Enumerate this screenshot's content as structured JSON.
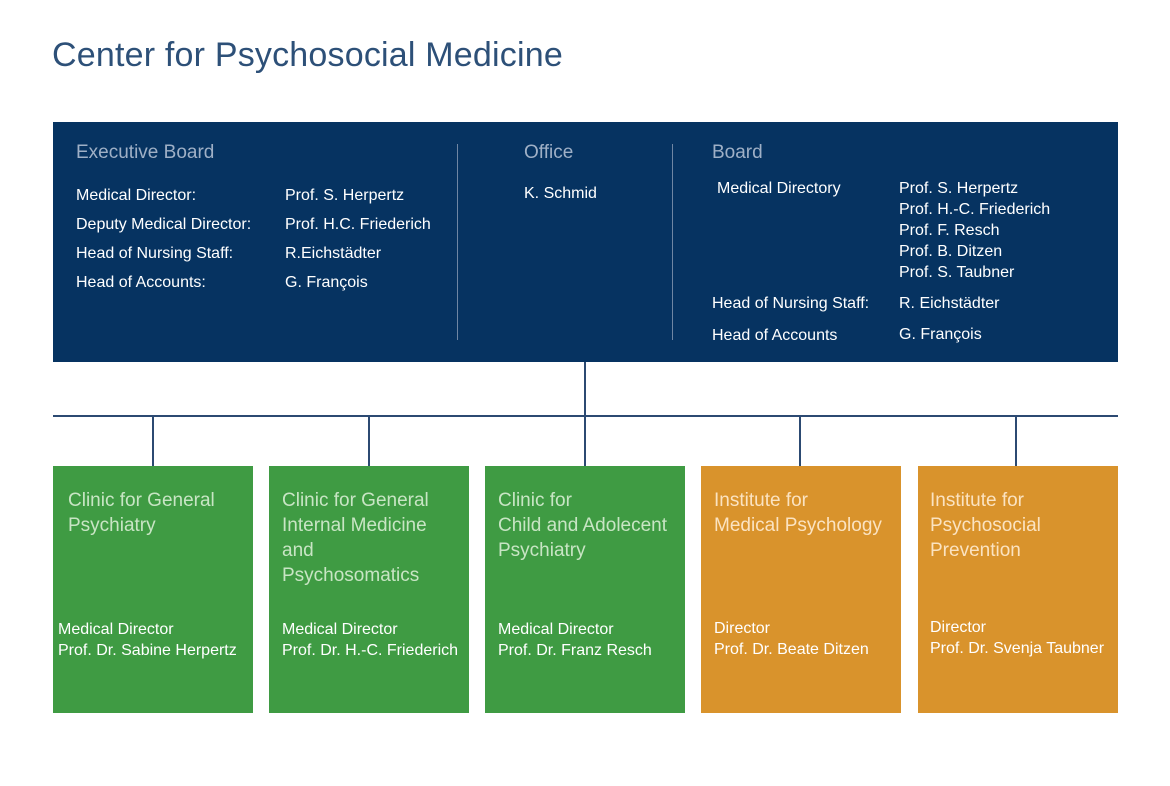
{
  "title": "Center for Psychosocial Medicine",
  "colors": {
    "title": "#2d5078",
    "board_bg": "#063361",
    "section_heading": "#9fb0c6",
    "connector": "#2c4a72",
    "clinic_green": "#3f9b43",
    "institute_orange": "#d9932c"
  },
  "executive_board": {
    "heading": "Executive Board",
    "rows": [
      {
        "role": "Medical Director:",
        "name": "Prof. S. Herpertz"
      },
      {
        "role": "Deputy Medical Director:",
        "name": "Prof. H.C. Friederich"
      },
      {
        "role": "Head of Nursing Staff:",
        "name": "R.Eichstädter"
      },
      {
        "role": "Head of Accounts:",
        "name": "G. François"
      }
    ]
  },
  "office": {
    "heading": "Office",
    "name": "K. Schmid"
  },
  "board": {
    "heading": "Board",
    "medical_directory": {
      "label": "Medical Directory",
      "names": [
        "Prof. S. Herpertz",
        "Prof. H.-C. Friederich",
        "Prof. F. Resch",
        "Prof. B. Ditzen",
        "Prof. S. Taubner"
      ]
    },
    "nursing": {
      "label": "Head of Nursing Staff:",
      "name": "R. Eichstädter"
    },
    "accounts": {
      "label": "Head of Accounts",
      "name": "G. François"
    }
  },
  "units": [
    {
      "title_lines": [
        "Clinic for General",
        "Psychiatry"
      ],
      "role": "Medical Director",
      "person": "Prof. Dr. Sabine  Herpertz"
    },
    {
      "title_lines": [
        "Clinic for General",
        "Internal Medicine",
        "and",
        "Psychosomatics"
      ],
      "role": "Medical Director",
      "person": "Prof. Dr. H.-C. Friederich"
    },
    {
      "title_lines": [
        "Clinic for",
        "Child and Adolecent",
        "Psychiatry"
      ],
      "role": "Medical Director",
      "person": "Prof. Dr. Franz Resch"
    },
    {
      "title_lines": [
        "Institute for",
        "Medical Psychology"
      ],
      "role": "Director",
      "person": "Prof. Dr. Beate Ditzen"
    },
    {
      "title_lines": [
        "Institute for",
        "Psychosocial",
        "Prevention"
      ],
      "role": "Director",
      "person": "Prof. Dr. Svenja Taubner"
    }
  ]
}
